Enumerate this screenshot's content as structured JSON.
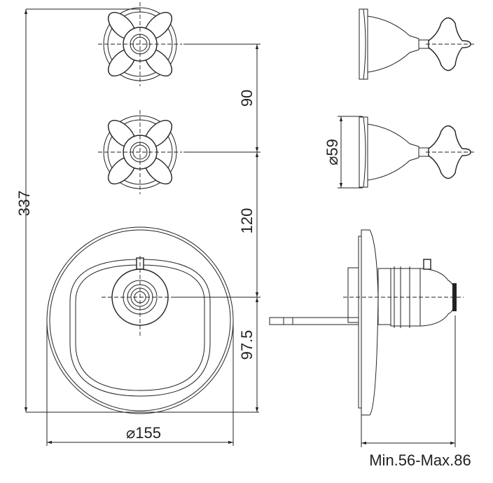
{
  "dimensions": {
    "total_height": "337",
    "handle_spacing": "90",
    "handle_to_mixer": "120",
    "mixer_to_bottom": "97.5",
    "plate_diameter": "⌀155",
    "handle_diameter": "⌀59",
    "depth_range": "Min.56-Max.86"
  },
  "colors": {
    "line": "#222222",
    "background": "#ffffff"
  }
}
